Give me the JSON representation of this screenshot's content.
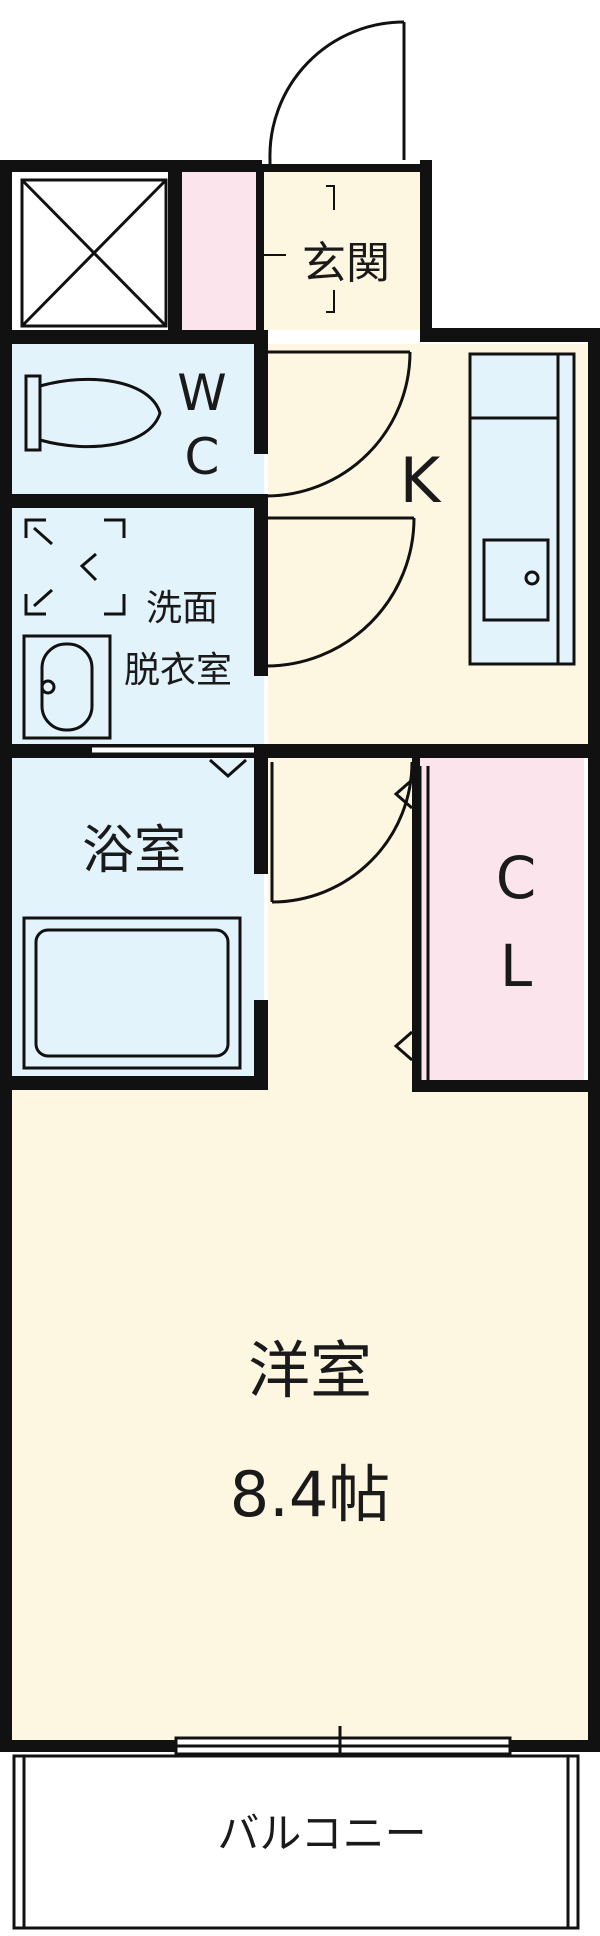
{
  "floor_plan": {
    "colors": {
      "wall": "#111111",
      "floor_beige": "#fdf6e0",
      "wet_blue": "#e3f3fb",
      "pink": "#fbe4ec",
      "outside": "#ffffff"
    },
    "rooms": {
      "entrance": {
        "label": "玄関"
      },
      "wc": {
        "label_line1": "W",
        "label_line2": "C"
      },
      "kitchen": {
        "label": "K"
      },
      "washroom": {
        "label_line1": "洗面",
        "label_line2": "脱衣室"
      },
      "bathroom": {
        "label": "浴室"
      },
      "closet": {
        "label_line1": "C",
        "label_line2": "L"
      },
      "western_room": {
        "label": "洋室",
        "size": "8.4帖"
      },
      "balcony": {
        "label": "バルコニー"
      }
    }
  }
}
